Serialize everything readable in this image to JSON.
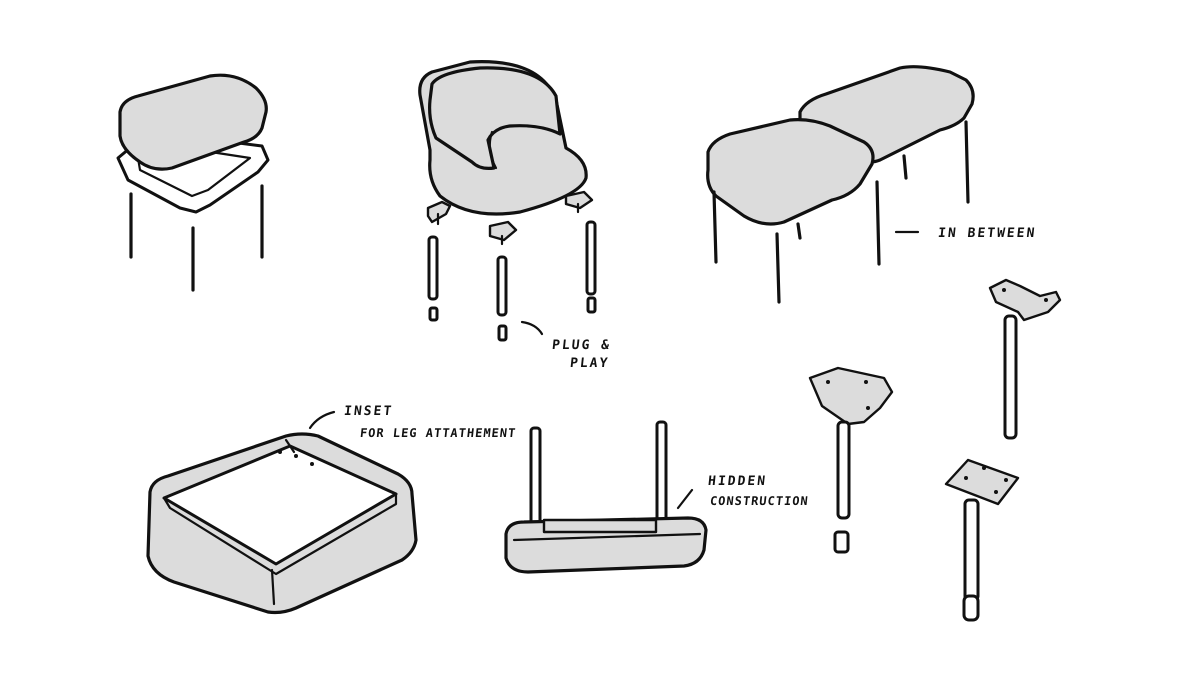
{
  "annotations": {
    "in_between": "IN BETWEEN",
    "plug_play_line1": "PLUG &",
    "plug_play_line2": "PLAY",
    "inset_line1": "INSET",
    "inset_line2": "FOR LEG ATTATHEMENT",
    "hidden_line1": "HIDDEN",
    "hidden_line2": "CONSTRUCTION"
  },
  "colors": {
    "ink": "#111111",
    "upholstery": "#dcdcdc",
    "paper": "#ffffff"
  }
}
